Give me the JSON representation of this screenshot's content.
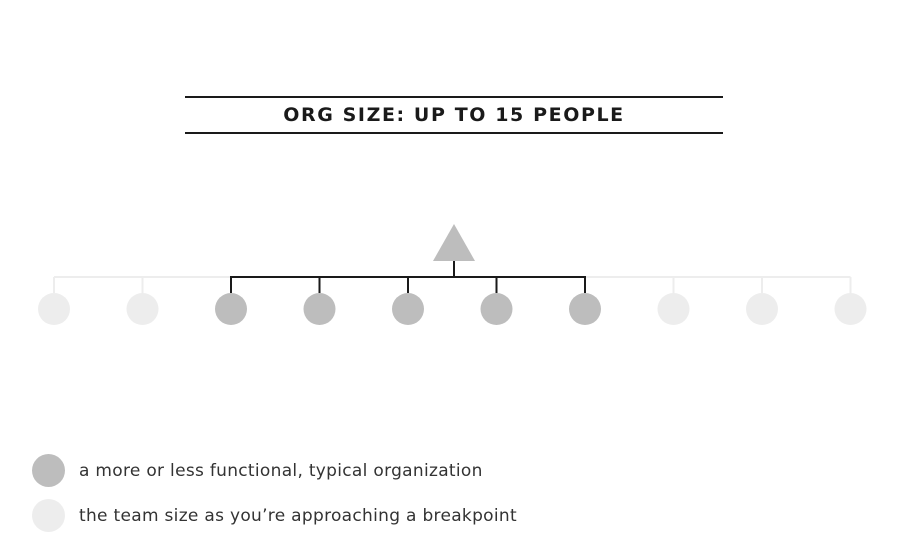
{
  "title": "ORG SIZE: UP TO 15 PEOPLE",
  "colors": {
    "title": "#1a1a1a",
    "active_node": "#bdbdbd",
    "inactive_node": "#ededed",
    "active_line": "#1a1a1a",
    "inactive_line": "#ededed",
    "leader": "#bdbdbd"
  },
  "org_chart": {
    "leader_icon": "triangle-icon",
    "members": [
      {
        "status": "approaching"
      },
      {
        "status": "approaching"
      },
      {
        "status": "functional"
      },
      {
        "status": "functional"
      },
      {
        "status": "functional"
      },
      {
        "status": "functional"
      },
      {
        "status": "functional"
      },
      {
        "status": "approaching"
      },
      {
        "status": "approaching"
      },
      {
        "status": "approaching"
      }
    ]
  },
  "legend": {
    "functional": {
      "label": "a more or less functional, typical organization",
      "color": "#bdbdbd"
    },
    "approaching": {
      "label": "the team size as you’re approaching a breakpoint",
      "color": "#ededed"
    }
  }
}
